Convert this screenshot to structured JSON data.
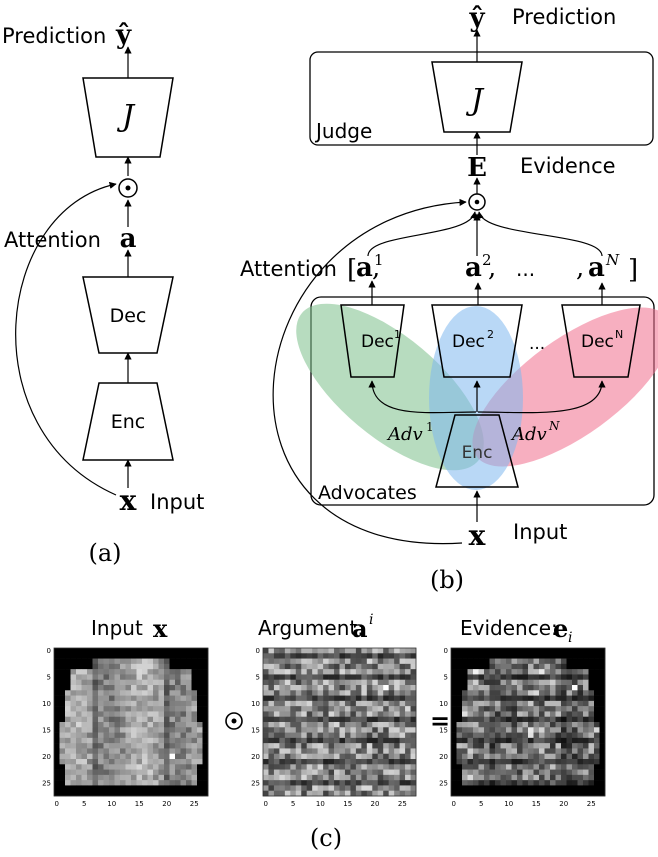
{
  "panel_a": {
    "caption": "(a)",
    "prediction_label": "Prediction",
    "y_hat": "ŷ",
    "judge": "J",
    "odot": "⊙",
    "attention_label": "Attention",
    "a_symbol": "a",
    "decoder": "Dec",
    "encoder": "Enc",
    "x_symbol": "x",
    "input_label": "Input"
  },
  "panel_b": {
    "caption": "(b)",
    "y_hat": "ŷ",
    "prediction_label": "Prediction",
    "judge_group_label": "Judge",
    "judge": "J",
    "evidence_symbol": "E",
    "evidence_label": "Evidence",
    "odot": "⊙",
    "attention_label": "Attention",
    "open_bracket": "[",
    "a_symbol": "a",
    "close_bracket": "]",
    "sup_1": "1",
    "sup_2": "2",
    "sup_n": "N",
    "comma": ",",
    "ellipsis_top": "...",
    "dec_name": "Dec",
    "ellipsis_dec": "...",
    "adv_name": "Adv",
    "encoder": "Enc",
    "advocates_label": "Advocates",
    "x_symbol": "x",
    "input_label": "Input"
  },
  "panel_c": {
    "caption": "(c)",
    "input_title": "Input",
    "input_symbol": "x",
    "argument_title": "Argument:",
    "argument_symbol": "a",
    "argument_sup": "i",
    "evidence_title": "Evidence:",
    "evidence_symbol": "e",
    "evidence_sub": "i",
    "odot": "⊙",
    "equals": "=",
    "y_ticks": [
      "0",
      "5",
      "10",
      "15",
      "20",
      "25"
    ],
    "x_ticks": [
      "0",
      "5",
      "10",
      "15",
      "20",
      "25"
    ]
  },
  "colors": {
    "adv1": "#7cc08a",
    "adv2": "#7fb8ee",
    "advN": "#f06e8c"
  }
}
